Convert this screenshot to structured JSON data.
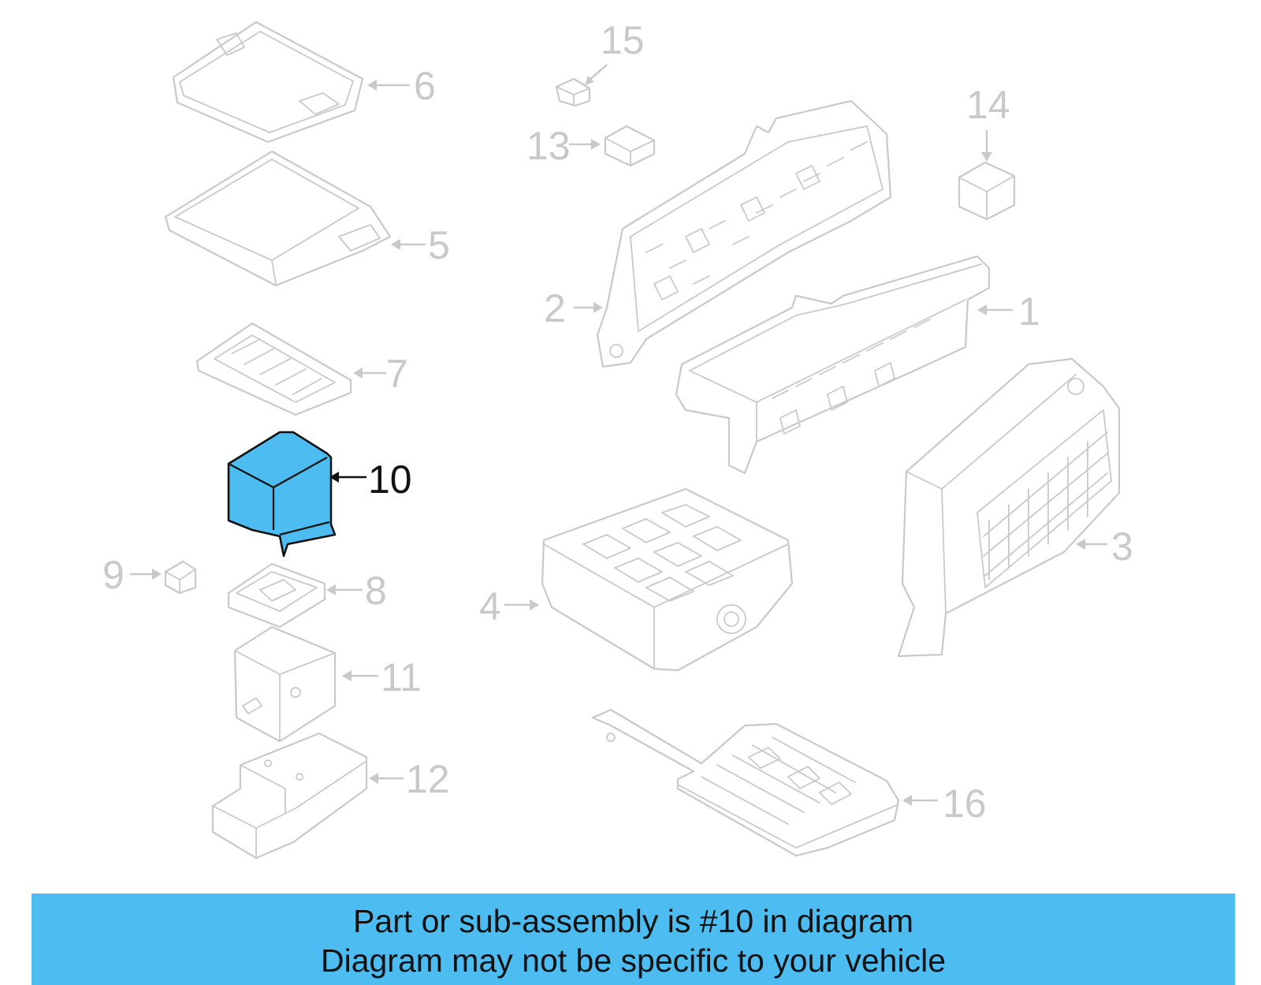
{
  "diagram": {
    "highlighted_part": "10",
    "callouts": [
      "1",
      "2",
      "3",
      "4",
      "5",
      "6",
      "7",
      "8",
      "9",
      "10",
      "11",
      "12",
      "13",
      "14",
      "15",
      "16"
    ]
  },
  "banner": {
    "line1": "Part or sub-assembly is #10 in diagram",
    "line2": "Diagram may not be specific to your vehicle",
    "background": "#4dbcf0"
  },
  "colors": {
    "highlight_fill": "#4dbcf0",
    "part_outline": "#c9c9c9",
    "highlight_outline": "#111111"
  }
}
